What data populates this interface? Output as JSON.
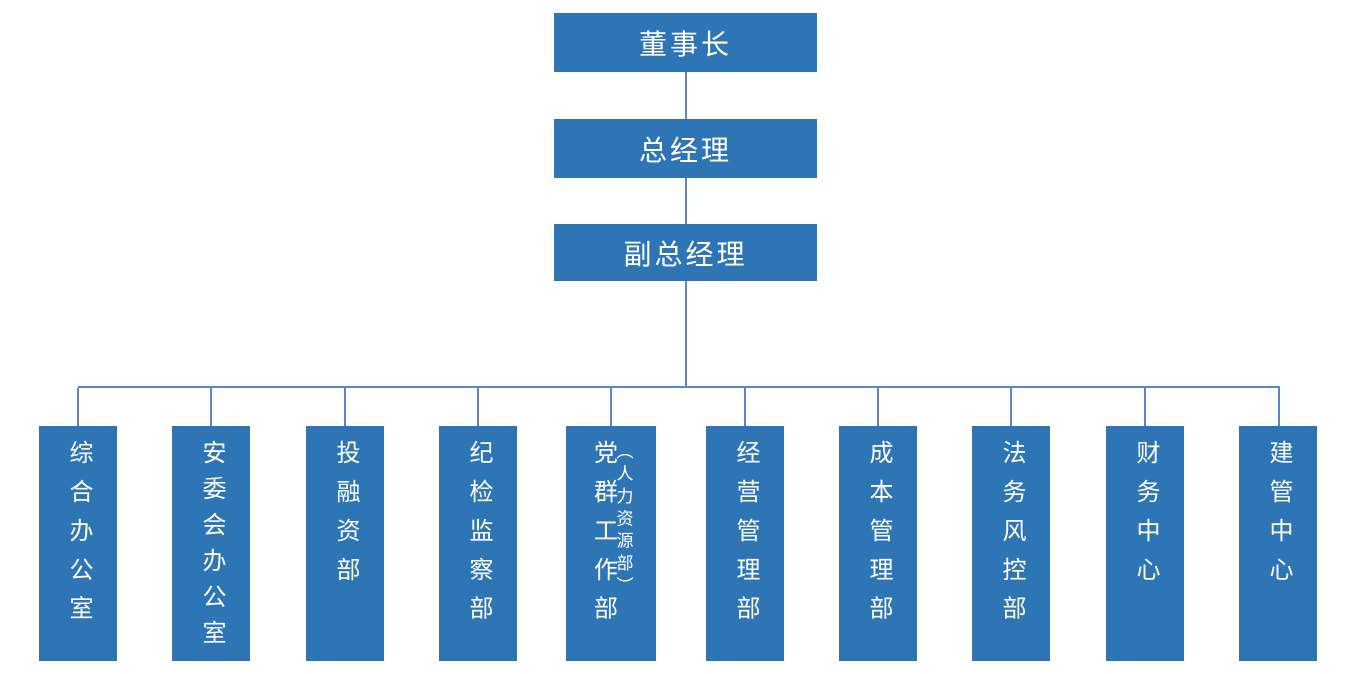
{
  "diagram": {
    "type": "org-chart",
    "colors": {
      "box_fill": "#2e75b6",
      "box_text": "#ffffff",
      "connector": "#5c85c6",
      "background": "#ffffff"
    },
    "chain": [
      {
        "label": "董事长"
      },
      {
        "label": "总经理"
      },
      {
        "label": "副总经理"
      }
    ],
    "departments": [
      {
        "label": "综合办公室"
      },
      {
        "label": "安委会办公室"
      },
      {
        "label": "投融资部"
      },
      {
        "label": "纪检监察部"
      },
      {
        "label": "党群工作部",
        "sublabel": "（人力资源部）"
      },
      {
        "label": "经营管理部"
      },
      {
        "label": "成本管理部"
      },
      {
        "label": "法务风控部"
      },
      {
        "label": "财务中心"
      },
      {
        "label": "建管中心"
      }
    ]
  }
}
